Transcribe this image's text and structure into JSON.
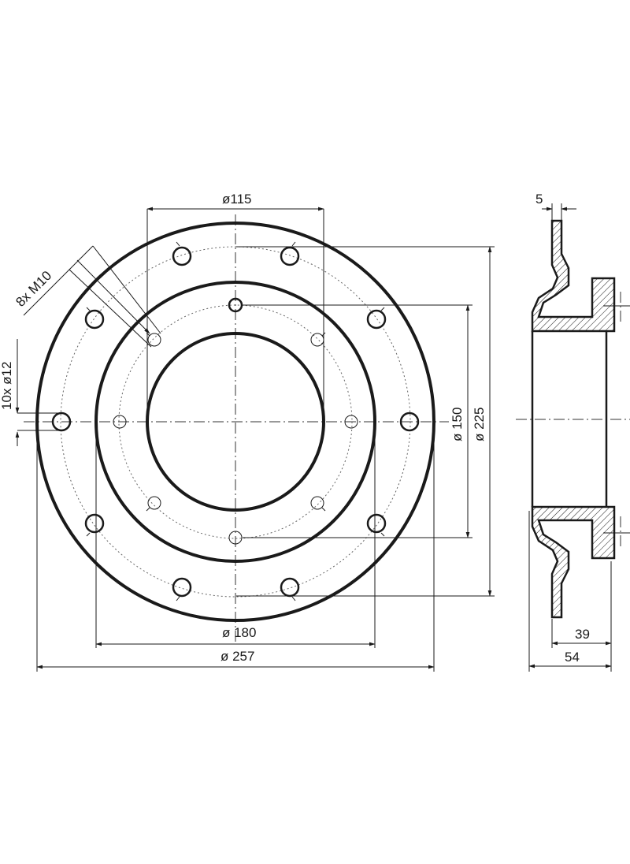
{
  "front_view": {
    "dim_d115": "ø115",
    "dim_d180": "ø 180",
    "dim_d257": "ø 257",
    "dim_d150": "ø 150",
    "dim_d225": "ø 225",
    "note_holes_m10": "8x M10",
    "note_holes_d12": "10x ø12"
  },
  "side_view": {
    "dim_5": "5",
    "dim_39": "39",
    "dim_54": "54"
  }
}
